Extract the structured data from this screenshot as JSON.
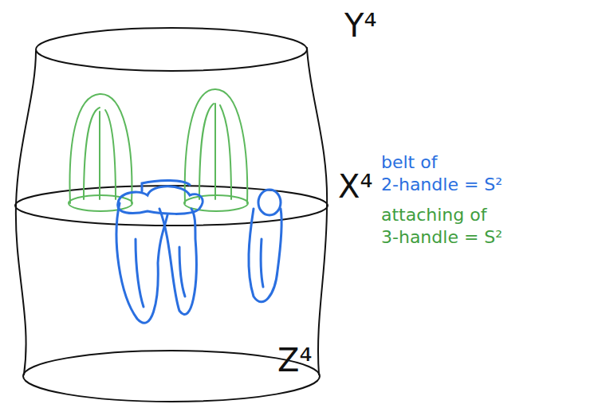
{
  "diagram": {
    "labels": [
      "Y⁴",
      "X⁴",
      "Z⁴",
      "belt of",
      "2-handle = S²",
      "attaching of",
      "3-handle = S²"
    ]
  }
}
